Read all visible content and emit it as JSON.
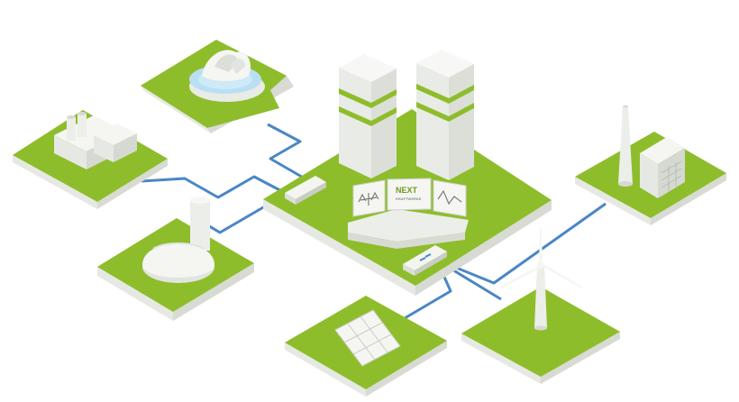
{
  "diagram": {
    "nodes": [
      {
        "id": "control-center",
        "kind": "virtual power plant control center"
      },
      {
        "id": "biomass-plant",
        "kind": "biomass power plant"
      },
      {
        "id": "industrial-plant",
        "kind": "industrial consumer"
      },
      {
        "id": "biogas-plant",
        "kind": "biogas plant"
      },
      {
        "id": "cogeneration-plant",
        "kind": "chimney power plant"
      },
      {
        "id": "wind-turbine",
        "kind": "wind turbine"
      },
      {
        "id": "solar-park",
        "kind": "solar panel"
      }
    ],
    "connections": [
      [
        "control-center",
        "biomass-plant"
      ],
      [
        "control-center",
        "industrial-plant"
      ],
      [
        "control-center",
        "biogas-plant"
      ],
      [
        "control-center",
        "cogeneration-plant"
      ],
      [
        "control-center",
        "wind-turbine"
      ],
      [
        "control-center",
        "solar-park"
      ]
    ],
    "colors": {
      "grass": "#8ebd2c",
      "tile_side": "#e6e9e3",
      "building_light": "#f3f4f0",
      "building_shade": "#dcdfd8",
      "accent_green": "#8ebd2c",
      "link_blue": "#4a86c5",
      "water": "#b9dff3"
    }
  },
  "control_center": {
    "brand_line1": "NEXT",
    "brand_line2": "KRAFTWERKE"
  }
}
